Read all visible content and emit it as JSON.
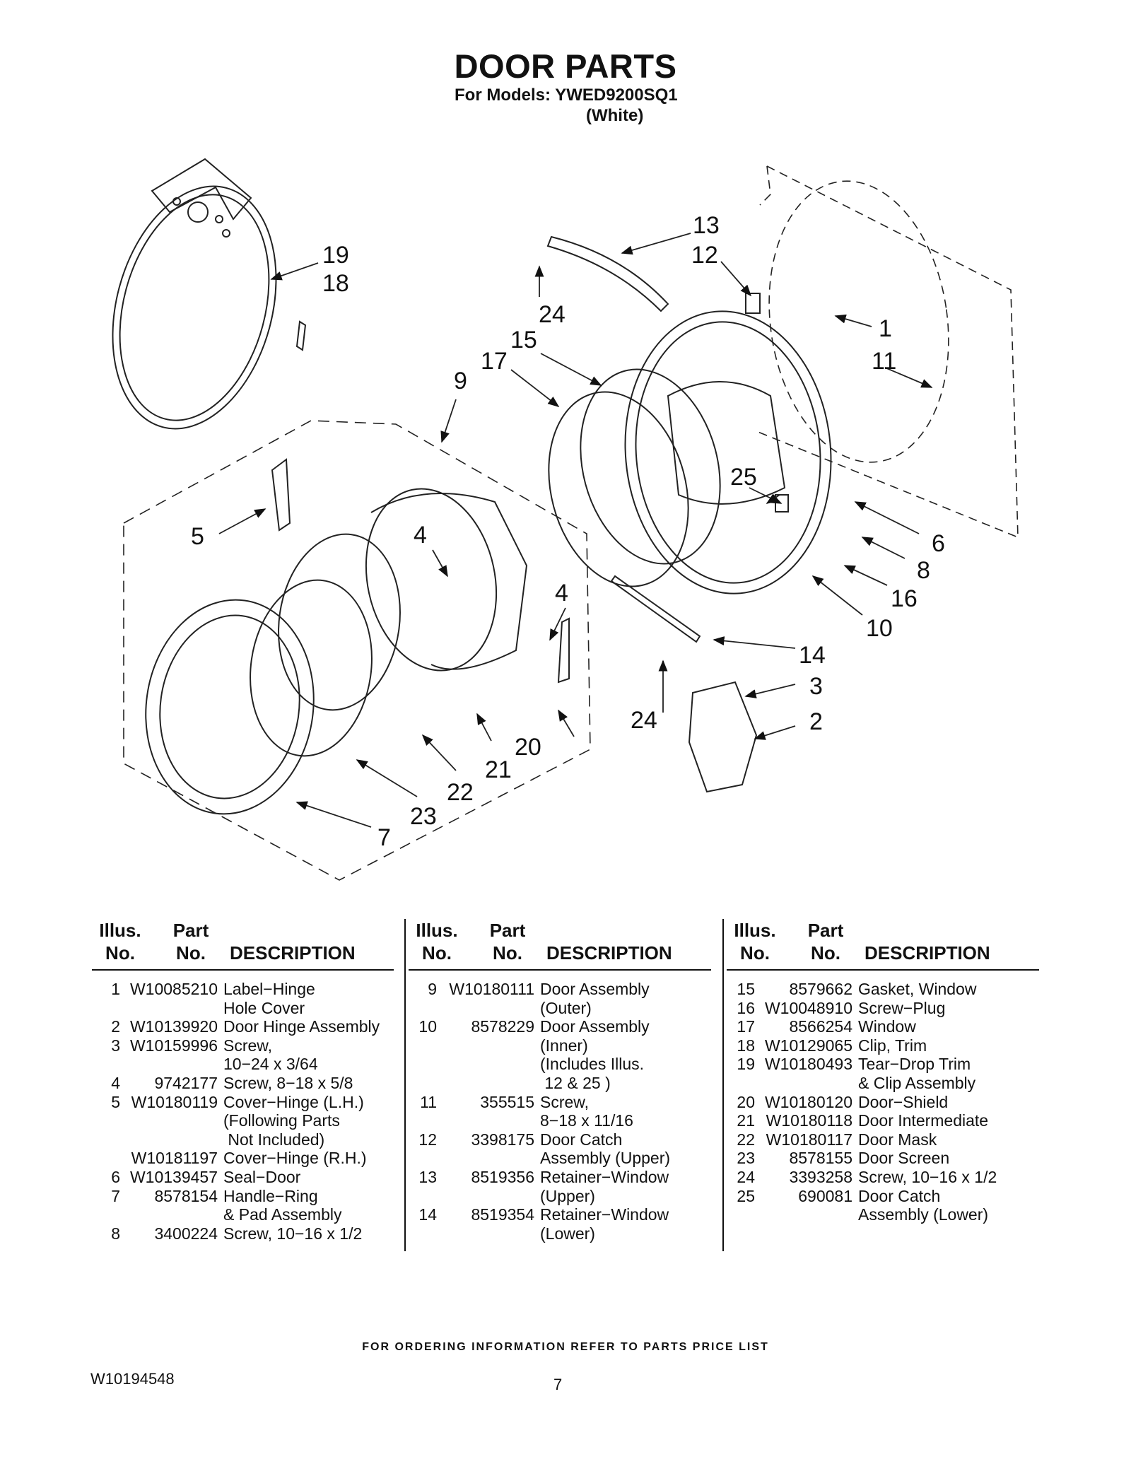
{
  "header": {
    "title": "DOOR PARTS",
    "models_line": "For Models: YWED9200SQ1",
    "color_line": "(White)"
  },
  "diagram": {
    "callouts": [
      "1",
      "2",
      "3",
      "4",
      "4",
      "5",
      "6",
      "7",
      "8",
      "9",
      "10",
      "11",
      "12",
      "13",
      "14",
      "15",
      "16",
      "17",
      "18",
      "19",
      "20",
      "21",
      "22",
      "23",
      "24",
      "24",
      "25"
    ]
  },
  "table": {
    "headers": {
      "illus": "Illus.",
      "illus_no": "No.",
      "part": "Part",
      "part_no": "No.",
      "description": "DESCRIPTION"
    },
    "columns": [
      [
        {
          "no": "1",
          "part": "W10085210",
          "desc": "Label−Hinge\nHole Cover"
        },
        {
          "no": "2",
          "part": "W10139920",
          "desc": "Door Hinge Assembly"
        },
        {
          "no": "3",
          "part": "W10159996",
          "desc": "Screw,\n10−24 x 3/64"
        },
        {
          "no": "4",
          "part": "9742177",
          "desc": "Screw, 8−18 x 5/8"
        },
        {
          "no": "5",
          "part": "W10180119",
          "desc": "Cover−Hinge (L.H.)\n(Following Parts\n Not Included)"
        },
        {
          "no": "",
          "part": "W10181197",
          "desc": "Cover−Hinge (R.H.)"
        },
        {
          "no": "6",
          "part": "W10139457",
          "desc": "Seal−Door"
        },
        {
          "no": "7",
          "part": "8578154",
          "desc": "Handle−Ring\n& Pad Assembly"
        },
        {
          "no": "8",
          "part": "3400224",
          "desc": "Screw, 10−16 x 1/2"
        }
      ],
      [
        {
          "no": "9",
          "part": "W10180111",
          "desc": "Door Assembly\n(Outer)"
        },
        {
          "no": "10",
          "part": "8578229",
          "desc": "Door Assembly\n(Inner)\n(Includes Illus.\n 12 & 25 )"
        },
        {
          "no": "11",
          "part": "355515",
          "desc": "Screw,\n8−18 x 11/16"
        },
        {
          "no": "12",
          "part": "3398175",
          "desc": "Door Catch\nAssembly (Upper)"
        },
        {
          "no": "13",
          "part": "8519356",
          "desc": "Retainer−Window\n(Upper)"
        },
        {
          "no": "14",
          "part": "8519354",
          "desc": "Retainer−Window\n(Lower)"
        }
      ],
      [
        {
          "no": "15",
          "part": "8579662",
          "desc": "Gasket, Window"
        },
        {
          "no": "16",
          "part": "W10048910",
          "desc": "Screw−Plug"
        },
        {
          "no": "17",
          "part": "8566254",
          "desc": "Window"
        },
        {
          "no": "18",
          "part": "W10129065",
          "desc": "Clip, Trim"
        },
        {
          "no": "19",
          "part": "W10180493",
          "desc": "Tear−Drop Trim\n& Clip Assembly"
        },
        {
          "no": "20",
          "part": "W10180120",
          "desc": "Door−Shield"
        },
        {
          "no": "21",
          "part": "W10180118",
          "desc": "Door Intermediate"
        },
        {
          "no": "22",
          "part": "W10180117",
          "desc": "Door Mask"
        },
        {
          "no": "23",
          "part": "8578155",
          "desc": "Door Screen"
        },
        {
          "no": "24",
          "part": "3393258",
          "desc": "Screw, 10−16 x 1/2"
        },
        {
          "no": "25",
          "part": "690081",
          "desc": "Door Catch\nAssembly (Lower)"
        }
      ]
    ]
  },
  "footer": {
    "ordering_note": "FOR ORDERING INFORMATION REFER TO PARTS PRICE LIST",
    "doc_number": "W10194548",
    "page_number": "7"
  }
}
